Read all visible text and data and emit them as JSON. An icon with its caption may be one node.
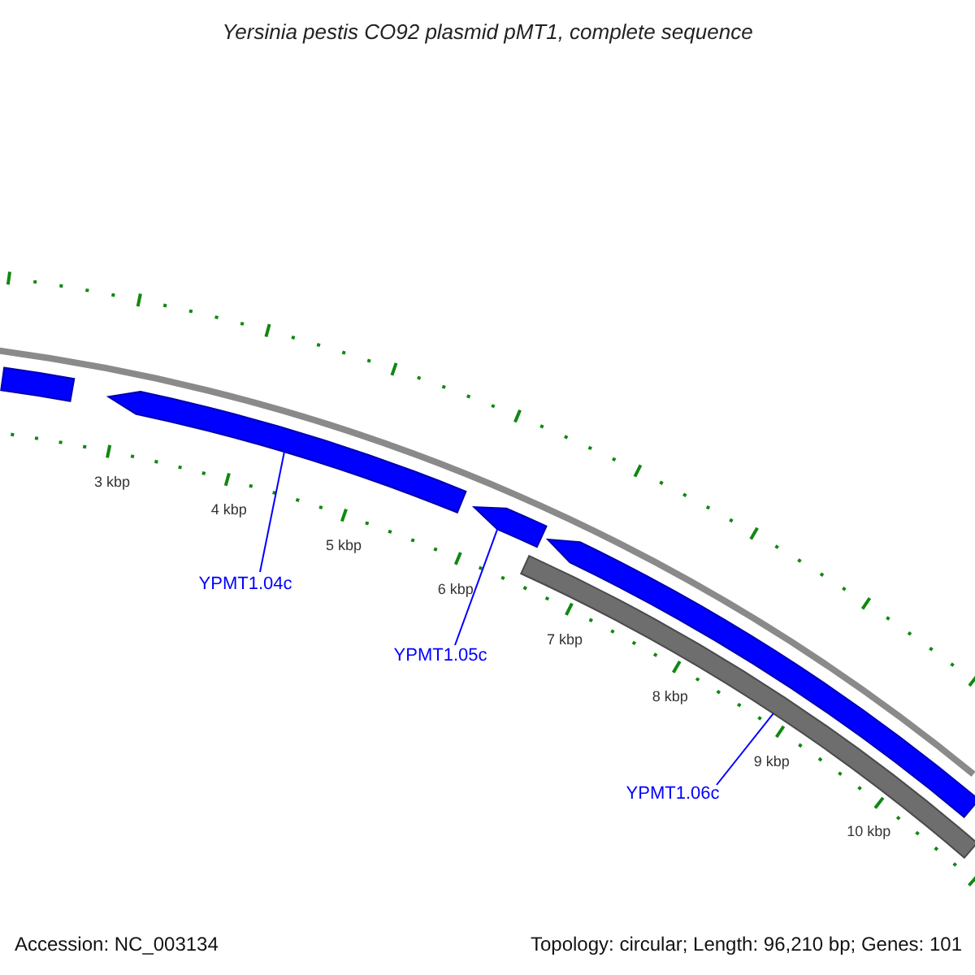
{
  "diagram": {
    "title": "Yersinia pestis CO92 plasmid pMT1, complete sequence",
    "nodes": [
      {
        "text": [],
        "shape": "bar"
      },
      {
        "text": [],
        "shape": "pentagon"
      },
      {
        "text": [],
        "shape": "pentagon"
      },
      {
        "text": [],
        "shape": "pentagon"
      },
      {
        "text": [],
        "shape": "bar"
      },
      {
        "text": [
          "YPMT1.04c"
        ]
      },
      {
        "text": [
          "YPMT1.05c"
        ]
      },
      {
        "text": [
          "YPMT1.06c"
        ]
      }
    ],
    "edges": [
      {
        "from": 5,
        "to": 1,
        "arrow": "none"
      },
      {
        "from": 6,
        "to": 2,
        "arrow": "none"
      },
      {
        "from": 7,
        "to": 4,
        "arrow": "none"
      }
    ],
    "labels": [
      "3 kbp",
      "4 kbp",
      "5 kbp",
      "6 kbp",
      "7 kbp",
      "8 kbp",
      "9 kbp",
      "10 kbp",
      "Accession: NC_003134",
      "Topology: circular; Length: 96,210 bp; Genes: 101"
    ]
  }
}
